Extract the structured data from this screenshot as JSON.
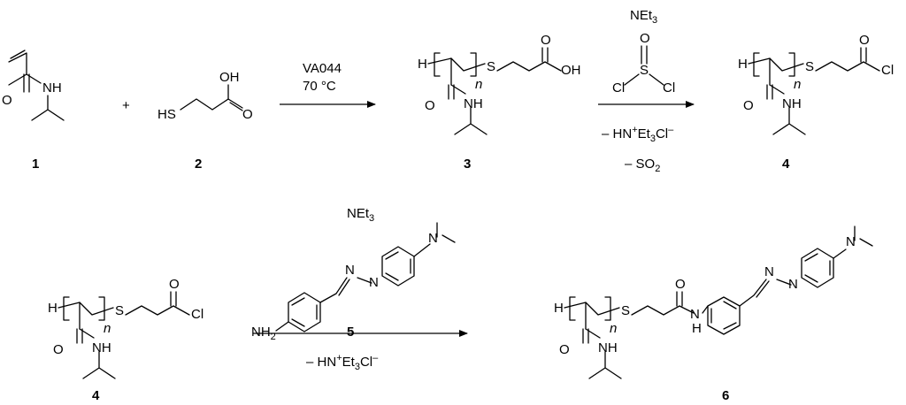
{
  "compounds": {
    "c1": {
      "number": "1",
      "nh": "NH",
      "o": "O"
    },
    "c2": {
      "number": "2",
      "hs": "HS",
      "oh": "OH",
      "o": "O"
    },
    "c3": {
      "number": "3",
      "h": "H",
      "n": "n",
      "s": "S",
      "oh": "OH",
      "o_acid": "O",
      "o_amide": "O",
      "nh": "NH"
    },
    "c4": {
      "number": "4",
      "h": "H",
      "n": "n",
      "s": "S",
      "cl": "Cl",
      "o_acyl": "O",
      "o_amide": "O",
      "nh": "NH"
    },
    "c5": {
      "number": "5",
      "nh2": "NH",
      "nh2_sub": "2",
      "n_amine": "N",
      "azo_n1": "N",
      "azo_n2": "N"
    },
    "c6": {
      "number": "6",
      "h": "H",
      "n": "n",
      "s": "S",
      "o_amide2": "O",
      "nh_amide2": "N",
      "nh_h": "H",
      "o_amide": "O",
      "nh": "NH",
      "azo_n1": "N",
      "azo_n2": "N",
      "n_amine": "N"
    }
  },
  "plus_sign": "+",
  "reactions": {
    "r1": {
      "above_1": "VA044",
      "above_2": "70 °C"
    },
    "r2": {
      "reagent": "NEt",
      "reagent_sub": "3",
      "so_s": "S",
      "so_o": "O",
      "so_cl1": "Cl",
      "so_cl2": "Cl",
      "below_1_pre": "– HN",
      "below_1_sup": "+",
      "below_1_mid": "Et",
      "below_1_sub": "3",
      "below_1_post": "Cl",
      "below_1_sup2": "–",
      "below_2_pre": "– SO",
      "below_2_sub": "2"
    },
    "r3": {
      "reagent": "NEt",
      "reagent_sub": "3",
      "below_pre": "– HN",
      "below_sup": "+",
      "below_mid": "Et",
      "below_sub": "3",
      "below_post": "Cl",
      "below_sup2": "–"
    }
  }
}
